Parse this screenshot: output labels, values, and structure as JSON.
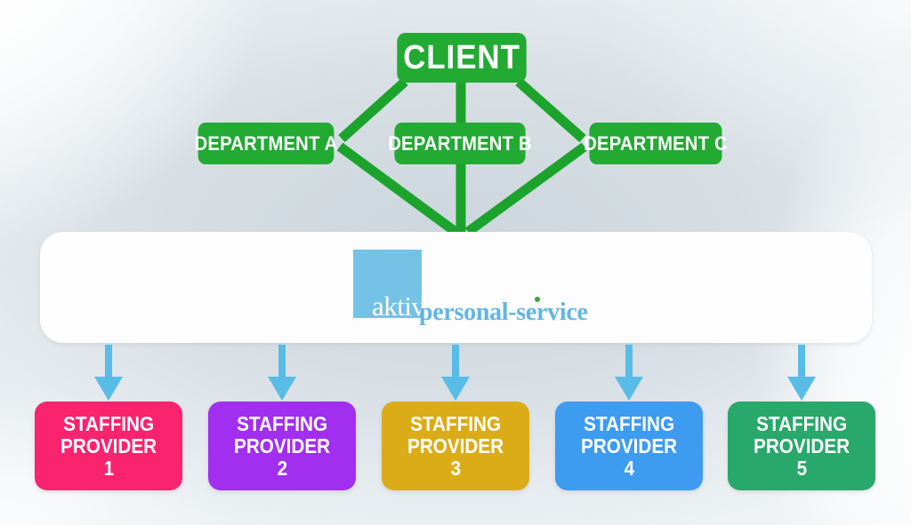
{
  "diagram": {
    "title_node": {
      "label": "CLIENT",
      "color": "#22aa33"
    },
    "departments": [
      {
        "label": "DEPARTMENT A",
        "color": "#22aa33"
      },
      {
        "label": "DEPARTMENT B",
        "color": "#22aa33"
      },
      {
        "label": "DEPARTMENT C",
        "color": "#22aa33"
      }
    ],
    "agency": {
      "logo_word_1": "aktiv",
      "logo_word_2": "personal-service",
      "square_color": "#74c2e5",
      "text_color": "#63b6e0",
      "dot_color": "#3aa63a",
      "panel_color": "#fdfdfd"
    },
    "connector_color": "#1ca32c",
    "arrow_color": "#58bce6",
    "background_color": "#dfe6ea",
    "providers": [
      {
        "name": "STAFFING\nPROVIDER",
        "index": "1",
        "color": "#f9236e"
      },
      {
        "name": "STAFFING\nPROVIDER",
        "index": "2",
        "color": "#a22ef0"
      },
      {
        "name": "STAFFING\nPROVIDER",
        "index": "3",
        "color": "#dbac17"
      },
      {
        "name": "STAFFING\nPROVIDER",
        "index": "4",
        "color": "#3d9bf0"
      },
      {
        "name": "STAFFING\nPROVIDER",
        "index": "5",
        "color": "#28a86a"
      }
    ]
  }
}
